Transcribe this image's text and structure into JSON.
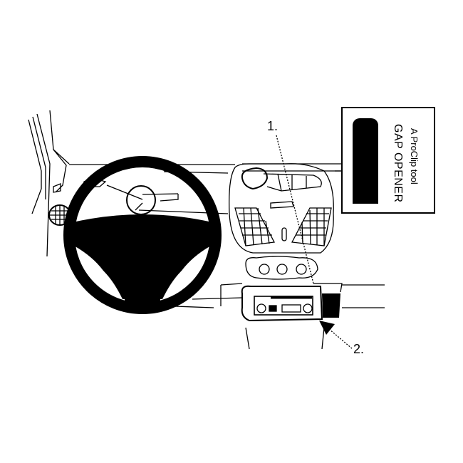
{
  "diagram": {
    "type": "line-drawing",
    "subject": "car dashboard mounting location",
    "callouts": [
      {
        "id": "1",
        "label": "1."
      },
      {
        "id": "2",
        "label": "2."
      }
    ],
    "tool_box": {
      "title": "GAP OPENER",
      "subtitle": "A ProClip tool",
      "icon": "gap-opener-tool-icon"
    },
    "components": [
      "a-pillar",
      "side-air-vent",
      "steering-wheel",
      "instrument-cluster",
      "center-console",
      "center-air-vents",
      "climate-control-knobs",
      "radio-unit",
      "mounting-bracket"
    ],
    "colors": {
      "ink": "#000000",
      "paper": "#ffffff"
    }
  }
}
